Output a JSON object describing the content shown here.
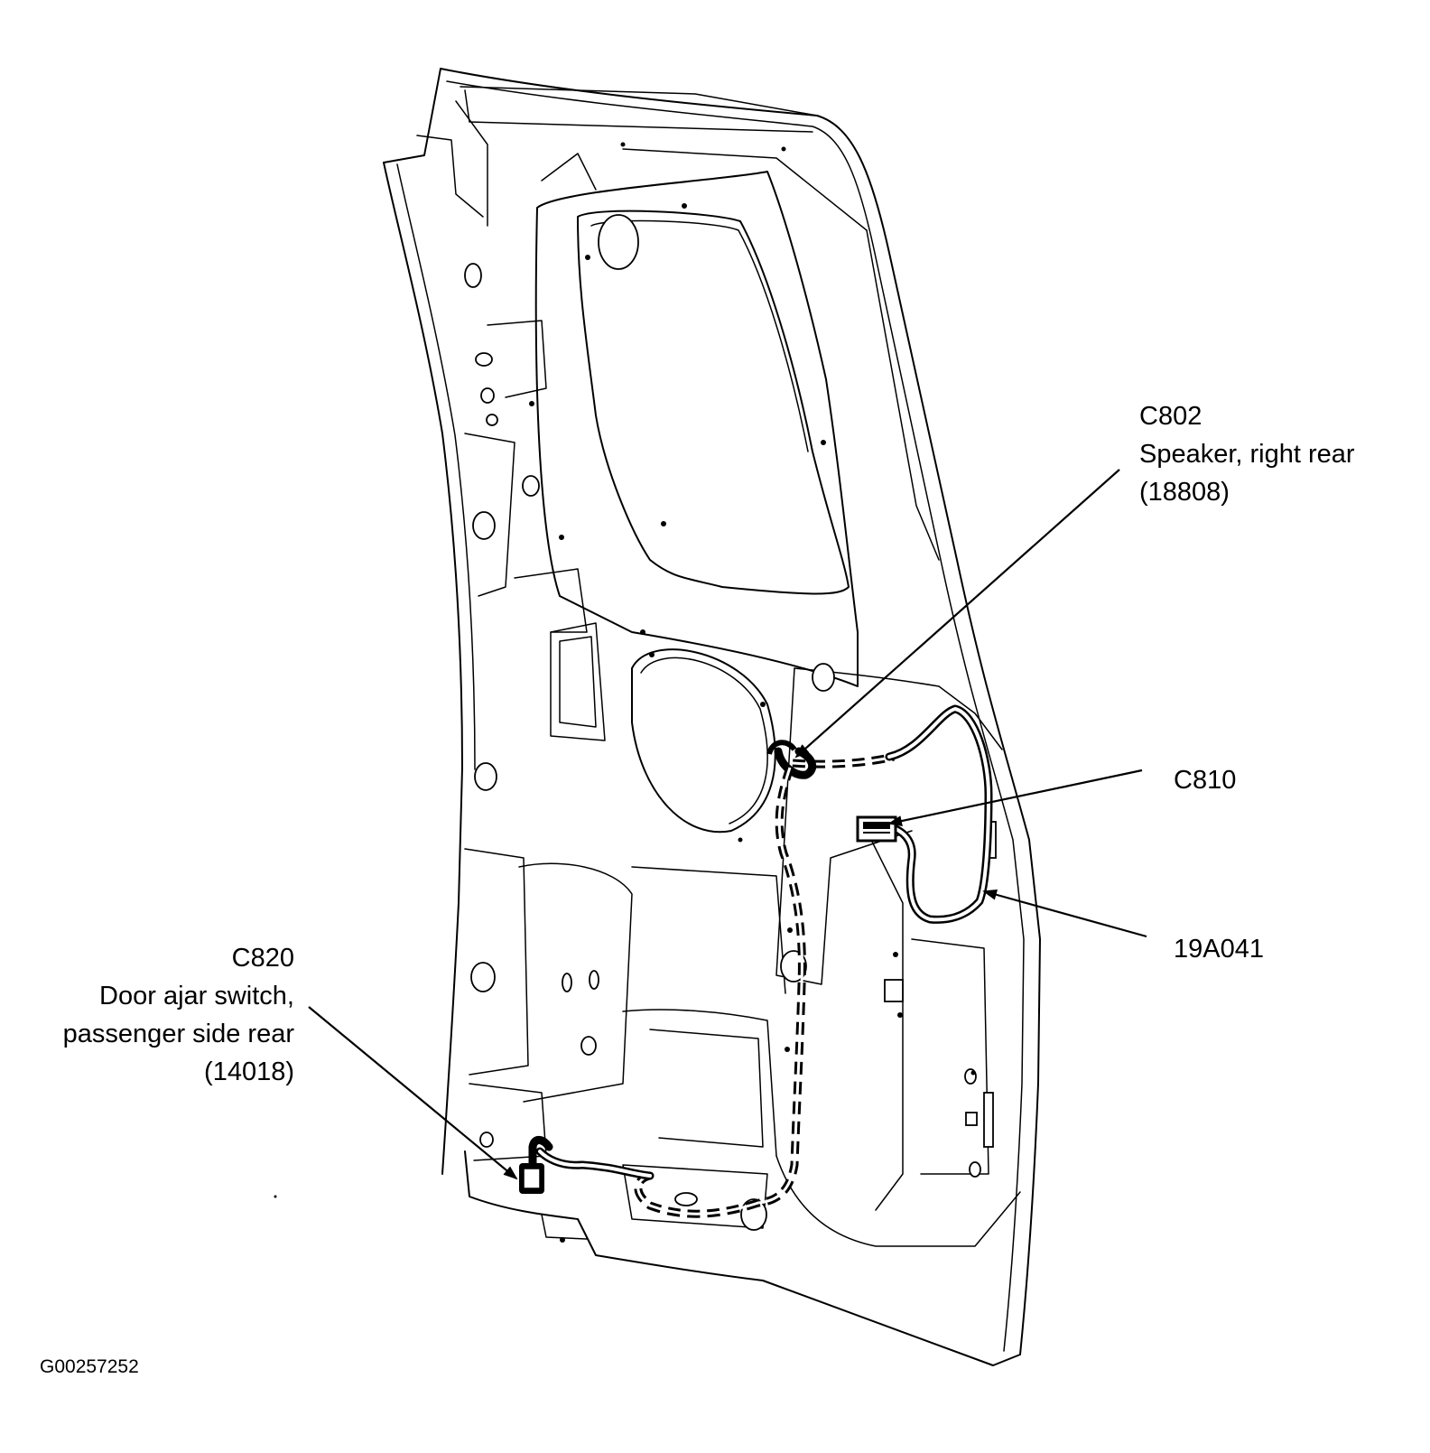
{
  "callouts": {
    "c802": {
      "id": "C802",
      "desc": "Speaker, right rear",
      "part": "(18808)"
    },
    "c810": {
      "id": "C810"
    },
    "harness": {
      "id": "19A041"
    },
    "c820": {
      "id": "C820",
      "desc_line1": "Door ajar switch,",
      "desc_line2": "passenger side rear",
      "part": "(14018)"
    }
  },
  "figure_id": "G00257252"
}
